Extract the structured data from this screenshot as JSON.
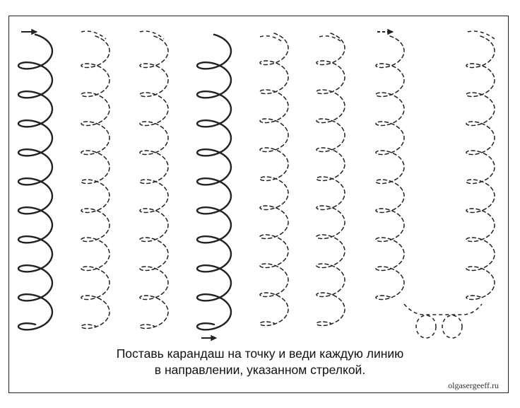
{
  "instructions": {
    "line1": "Поставь карандаш на точку и веди каждую линию",
    "line2": "в направлении, указанном стрелкой."
  },
  "source": "olgasergeeff.ru",
  "colors": {
    "ink": "#222222",
    "background": "#ffffff"
  }
}
